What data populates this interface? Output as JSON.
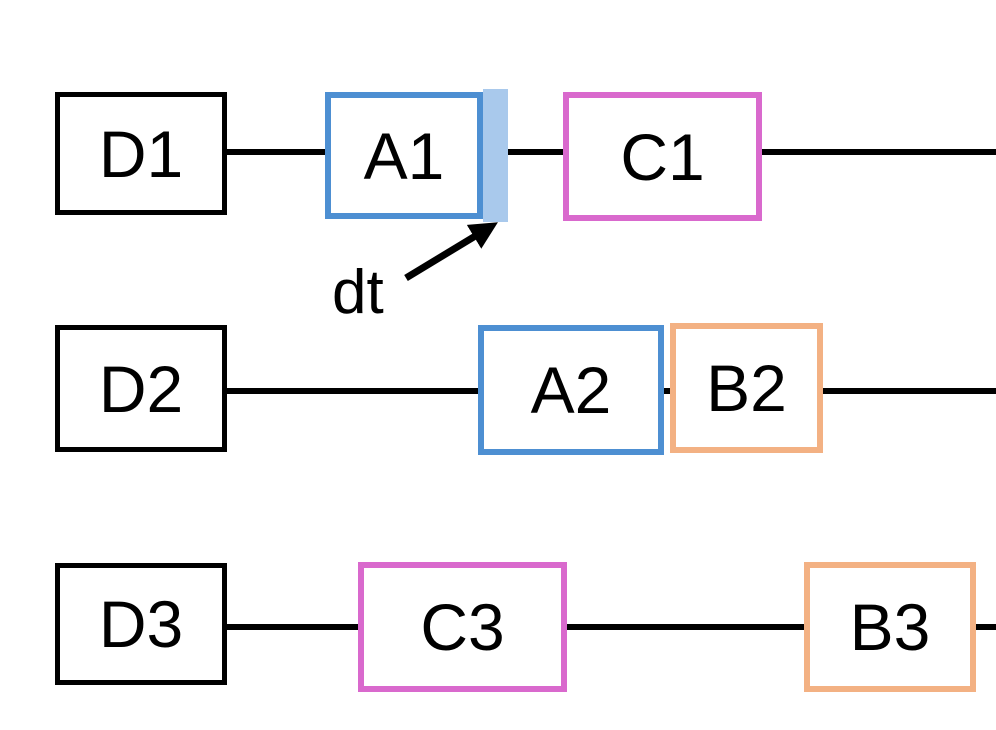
{
  "diagram": {
    "colors": {
      "background": "#ffffff",
      "line": "#000000",
      "text": "#000000",
      "box_fill": "#ffffff",
      "black_box_border": "#000000",
      "blue_box_border": "#4D8FD2",
      "dt_strip_fill": "#A9C9EC",
      "magenta_box_border": "#D969CD",
      "orange_box_border": "#F3B183"
    },
    "rows": [
      {
        "name": "row-1",
        "boxes": [
          {
            "label": "D1",
            "style": "black"
          },
          {
            "label": "A1",
            "style": "blue"
          },
          {
            "label": "C1",
            "style": "magenta"
          }
        ]
      },
      {
        "name": "row-2",
        "boxes": [
          {
            "label": "D2",
            "style": "black"
          },
          {
            "label": "A2",
            "style": "blue"
          },
          {
            "label": "B2",
            "style": "orange"
          }
        ]
      },
      {
        "name": "row-3",
        "boxes": [
          {
            "label": "D3",
            "style": "black"
          },
          {
            "label": "C3",
            "style": "magenta"
          },
          {
            "label": "B3",
            "style": "orange"
          }
        ]
      }
    ],
    "annotation": {
      "label": "dt"
    }
  }
}
